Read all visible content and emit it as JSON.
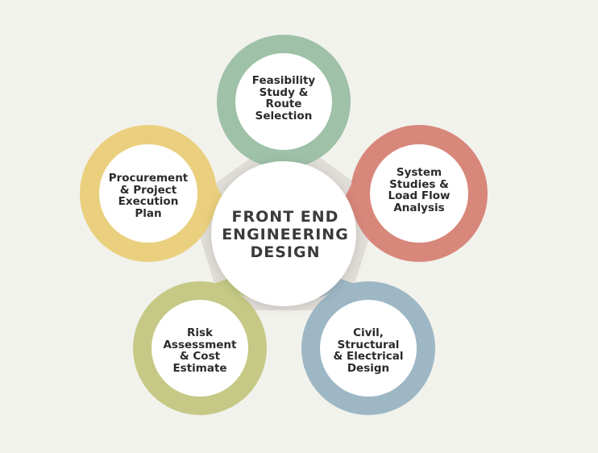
{
  "center": {
    "lines": [
      "FRONT END",
      "ENGINEERING",
      "DESIGN"
    ]
  },
  "nodes": [
    {
      "id": "feasibility",
      "color": "#9ec1a7",
      "lines": [
        "Feasibility",
        "Study &",
        "Route",
        "Selection"
      ]
    },
    {
      "id": "system-studies",
      "color": "#d8877b",
      "lines": [
        "System",
        "Studies &",
        "Load Flow",
        "Analysis"
      ]
    },
    {
      "id": "civil-structural",
      "color": "#9db7c4",
      "lines": [
        "Civil,",
        "Structural",
        "& Electrical",
        "Design"
      ]
    },
    {
      "id": "risk-assessment",
      "color": "#c5c985",
      "lines": [
        "Risk",
        "Assessment",
        "& Cost",
        "Estimate"
      ]
    },
    {
      "id": "procurement",
      "color": "#ead07e",
      "lines": [
        "Procurement",
        "& Project",
        "Execution",
        "Plan"
      ]
    }
  ],
  "colors": {
    "background": "#f2f2ed",
    "pentagon": "#e0dcd7",
    "circle_fill": "#ffffff",
    "text": "#2b2b2b"
  }
}
